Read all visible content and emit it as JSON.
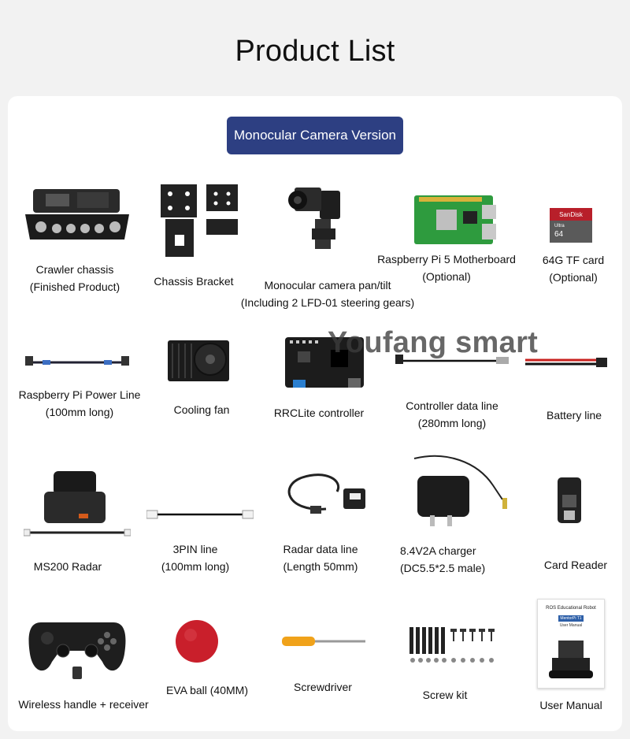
{
  "header": {
    "title": "Product List"
  },
  "version_badge": "Monocular Camera Version",
  "watermark": "Youfang smart",
  "items": [
    {
      "line1": "Crawler chassis",
      "line2": "(Finished Product)"
    },
    {
      "line1": "Chassis Bracket"
    },
    {
      "line1": "Monocular camera pan/tilt",
      "line2": "(Including 2 LFD-01 steering gears)"
    },
    {
      "line1": "Raspberry Pi 5 Motherboard",
      "line2": "(Optional)"
    },
    {
      "line1": "64G TF card",
      "line2": "(Optional)"
    },
    {
      "line1": "Raspberry Pi Power Line",
      "line2": "(100mm long)"
    },
    {
      "line1": "Cooling fan"
    },
    {
      "line1": "RRCLite controller"
    },
    {
      "line1": "Controller data line",
      "line2": "(280mm long)"
    },
    {
      "line1": "Battery line"
    },
    {
      "line1": "MS200 Radar"
    },
    {
      "line1": "3PIN line",
      "line2": "(100mm long)"
    },
    {
      "line1": "Radar data line",
      "line2": "(Length 50mm)"
    },
    {
      "line1": "8.4V2A charger",
      "line2": "(DC5.5*2.5 male)"
    },
    {
      "line1": "Card Reader"
    },
    {
      "line1": "Wireless handle + receiver"
    },
    {
      "line1": "EVA ball  (40MM)"
    },
    {
      "line1": "Screwdriver"
    },
    {
      "line1": "Screw kit"
    },
    {
      "line1": "User Manual"
    }
  ],
  "sd_card": {
    "brand": "SanDisk",
    "sub": "Ultra",
    "capacity": "64"
  },
  "manual": {
    "heading": "ROS Educational Robot",
    "tag": "MentorPi T1",
    "caption": "User Manual"
  }
}
